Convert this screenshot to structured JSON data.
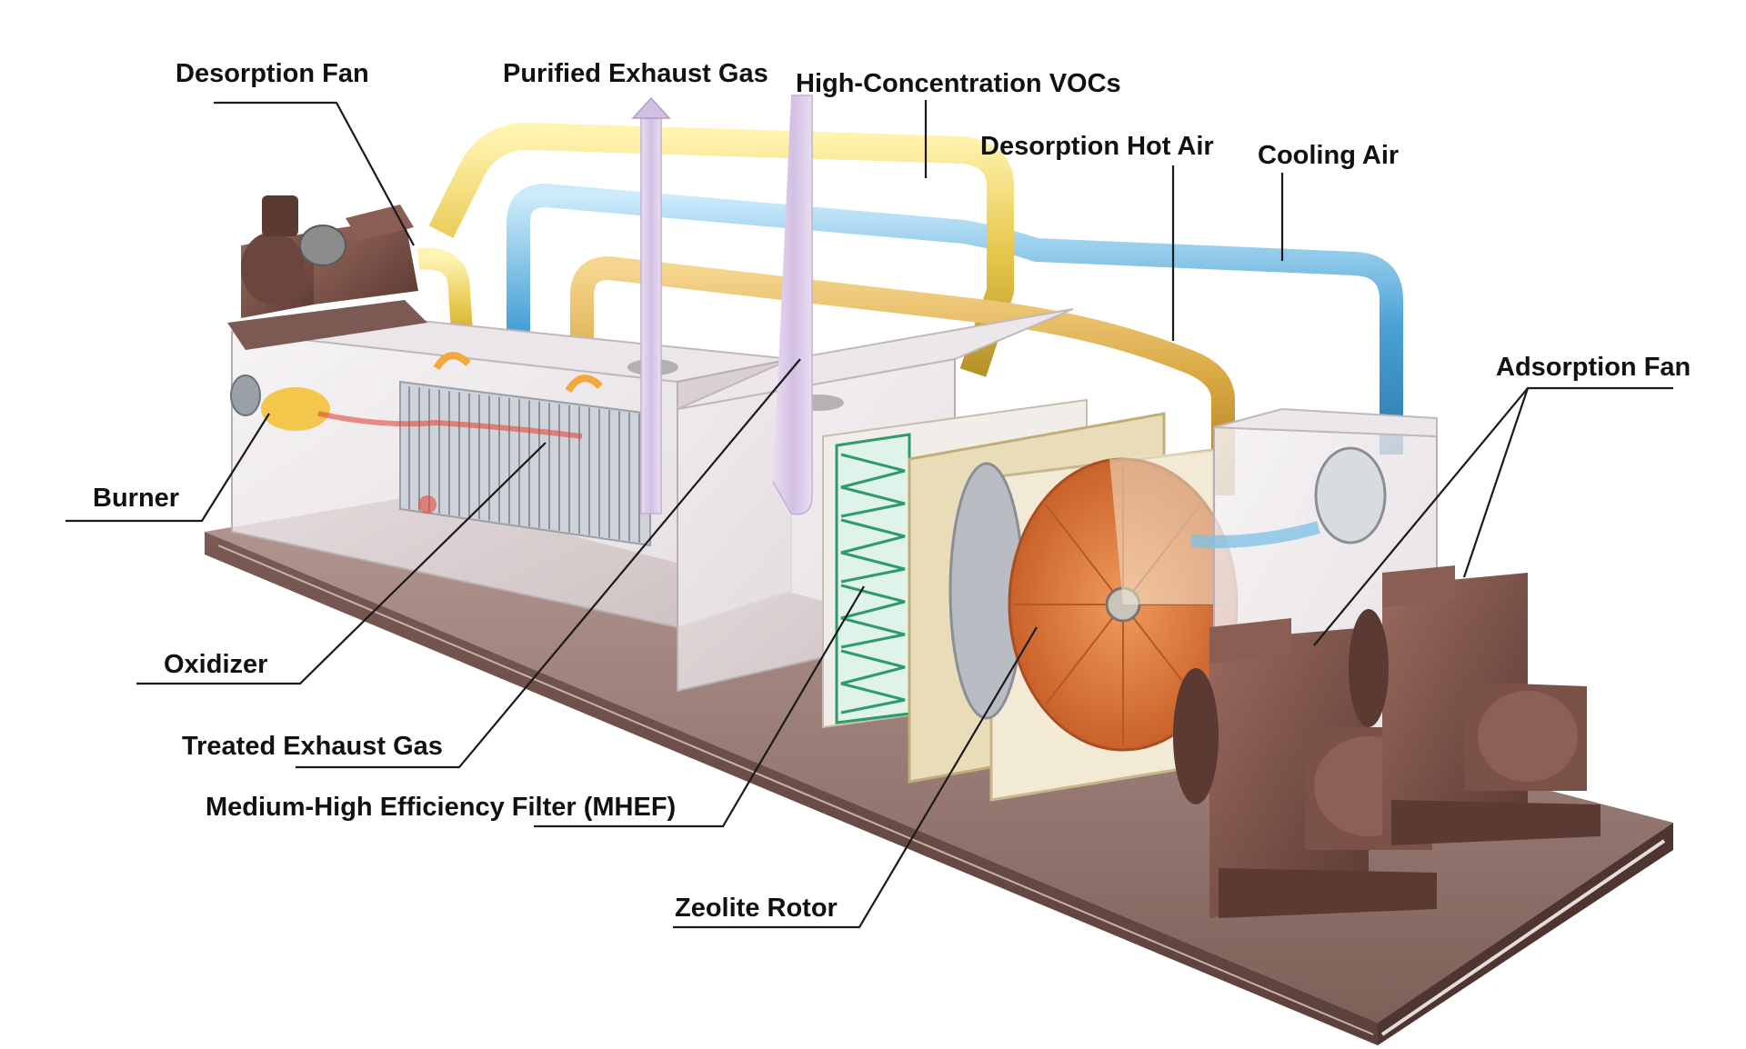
{
  "labels": {
    "desorption_fan": "Desorption Fan",
    "purified_exhaust_gas": "Purified Exhaust Gas",
    "high_concentration_vocs": "High-Concentration VOCs",
    "desorption_hot_air": "Desorption Hot Air",
    "cooling_air": "Cooling Air",
    "adsorption_fan": "Adsorption Fan",
    "burner": "Burner",
    "oxidizer": "Oxidizer",
    "treated_exhaust_gas": "Treated Exhaust Gas",
    "mhef": "Medium-High Efficiency Filter (MHEF)",
    "zeolite_rotor": "Zeolite Rotor"
  },
  "colors": {
    "skid": "#8a6a62",
    "skid_dark": "#6b4f49",
    "machinery": "#7b5248",
    "machinery_dark": "#5a3a33",
    "voc_duct": "#e6c64a",
    "hot_air_duct": "#d8a640",
    "cooling_duct": "#4aa3d6",
    "purified_arrow": "#d9c8e6",
    "filter_green": "#2f9a6a",
    "rotor": "#d9763a",
    "flame": "#f2c23a"
  }
}
